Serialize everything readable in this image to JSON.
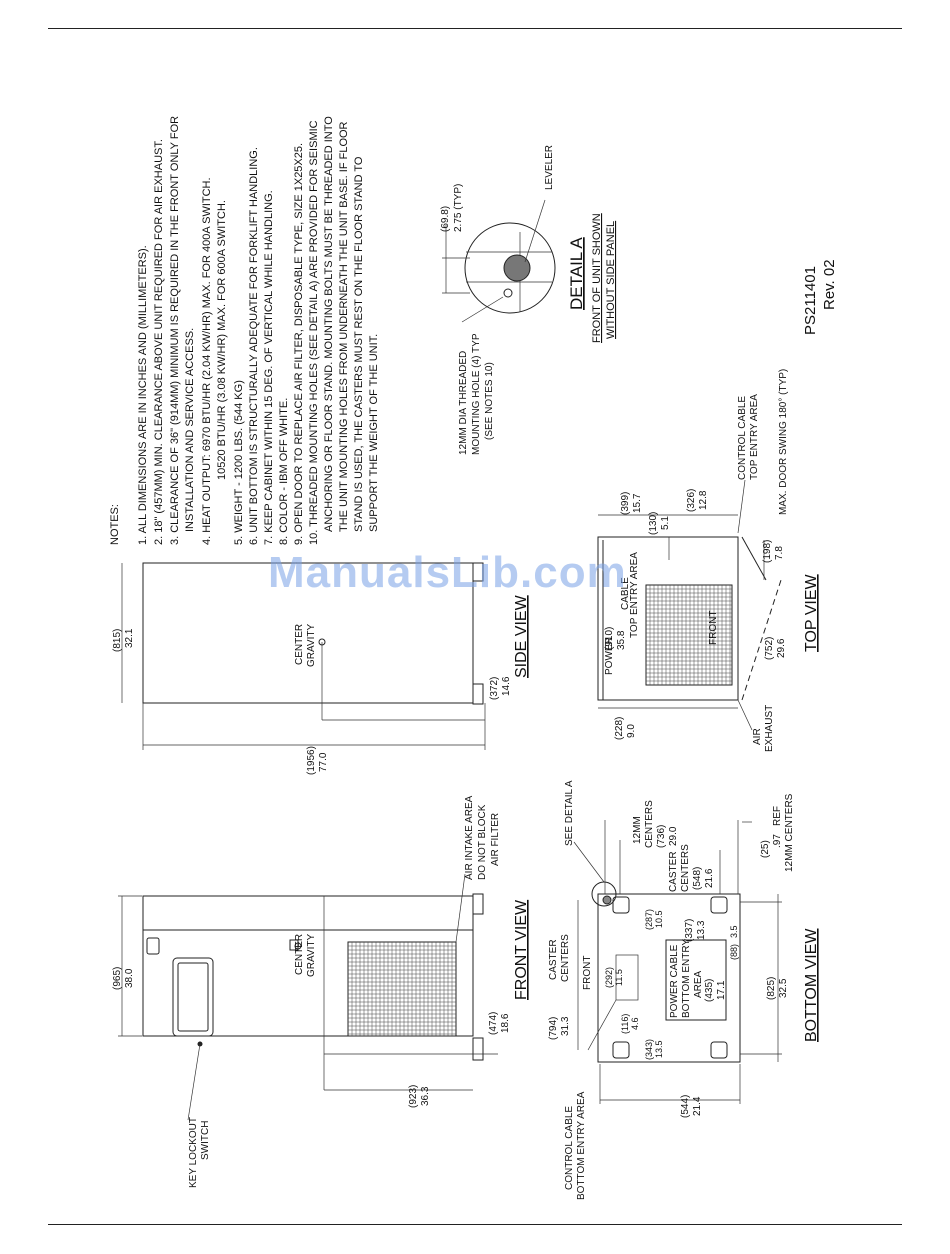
{
  "notes": {
    "heading": "NOTES:",
    "lines": [
      "1. ALL DIMENSIONS ARE IN INCHES AND (MILLIMETERS).",
      "2. 18\" (457MM) MIN. CLEARANCE ABOVE UNIT REQUIRED FOR AIR EXHAUST.",
      "3. CLEARANCE OF 36\" (914MM) MINIMUM IS REQUIRED IN THE FRONT ONLY FOR",
      "INSTALLATION AND SERVICE ACCESS.",
      "4. HEAT OUTPUT: 6970 BTU/HR (2.04 KW/HR) MAX. FOR 400A SWITCH.",
      "10520 BTU/HR (3.08 KW/HR) MAX. FOR 600A SWITCH.",
      "5. WEIGHT - 1200 LBS. (544 KG)",
      "6. UNIT BOTTOM IS STRUCTURALLY ADEQUATE FOR FORKLIFT HANDLING.",
      "7. KEEP CABINET WITHIN 15 DEG. OF VERTICAL WHILE HANDLING.",
      "8. COLOR - IBM OFF WHITE.",
      "9. OPEN DOOR TO REPLACE AIR FILTER, DISPOSABLE TYPE, SIZE 1X25X25.",
      "10. THREADED MOUNTING HOLES (SEE DETAIL A) ARE PROVIDED FOR SEISMIC",
      "ANCHORING OR FLOOR STAND. MOUNTING BOLTS MUST BE THREADED INTO",
      "THE UNIT MOUNTING HOLES FROM UNDERNEATH THE UNIT BASE. IF FLOOR",
      "STAND IS USED, THE CASTERS MUST REST ON THE FLOOR STAND TO",
      "SUPPORT THE WEIGHT OF THE UNIT."
    ]
  },
  "detail_a": {
    "title": "DETAIL A",
    "subtitle1": "FRONT OF UNIT SHOWN",
    "subtitle2": "WITHOUT SIDE PANEL",
    "dim_mm": "(69.8)",
    "dim_in": "2.75  (TYP)",
    "leveler": "LEVELER",
    "hole1": "12MM DIA THREADED",
    "hole2": "MOUNTING HOLE (4) TYP",
    "hole3": "(SEE NOTES 10)"
  },
  "drawing_id": {
    "number": "PS211401",
    "rev": "Rev. 02"
  },
  "front_view": {
    "title": "FRONT VIEW",
    "width_mm": "(965)",
    "width_in": "38.0",
    "height_mm": "(923)",
    "height_in": "36.3",
    "cg_mm": "(474)",
    "cg_in": "18.6",
    "cg1": "CENTER",
    "cg2": "GRAVITY",
    "intake1": "AIR INTAKE AREA",
    "intake2": "DO NOT BLOCK",
    "intake3": "AIR FILTER",
    "key1": "KEY LOCKOUT",
    "key2": "SWITCH"
  },
  "side_view": {
    "title": "SIDE VIEW",
    "depth_mm": "(815)",
    "depth_in": "32.1",
    "height_mm": "(1956)",
    "height_in": "77.0",
    "cg_mm": "(372)",
    "cg_in": "14.6",
    "cg1": "CENTER",
    "cg2": "GRAVITY"
  },
  "top_view": {
    "title": "TOP VIEW",
    "power1": "POWER",
    "power2": "CABLE",
    "power3": "TOP ENTRY AREA",
    "d910_mm": "(910)",
    "d910_in": "35.8",
    "d399_mm": "(399)",
    "d399_in": "15.7",
    "d130_mm": "(130)",
    "d130_in": "5.1",
    "d326_mm": "(326)",
    "d326_in": "12.8",
    "d228_mm": "(228)",
    "d228_in": "9.0",
    "d198_mm": "(198)",
    "d198_in": "7.8",
    "d752_mm": "(752)",
    "d752_in": "29.6",
    "front": "FRONT",
    "control1": "CONTROL CABLE",
    "control2": "TOP ENTRY AREA",
    "swing": "MAX. DOOR SWING 180° (TYP)",
    "exhaust1": "AIR",
    "exhaust2": "EXHAUST"
  },
  "bottom_view": {
    "title": "BOTTOM VIEW",
    "see_detail": "SEE DETAIL A",
    "centers1": "12MM",
    "centers2": "CENTERS",
    "d736_mm": "(736)",
    "d736_in": "29.0",
    "caster1": "CASTER",
    "caster2": "CENTERS",
    "d548_mm": "(548)",
    "d548_in": "21.6",
    "d25_mm": "(25)",
    "d25_in": ".97",
    "ref": "REF",
    "centers_12mm": "12MM CENTERS",
    "d287_mm": "(287)",
    "d287_in": "10.5",
    "d337_mm": "(337)",
    "d337_in": "13.3",
    "d88_mm": "(88)",
    "d88_in": "3.5",
    "power1": "POWER CABLE",
    "power2": "BOTTOM ENTRY",
    "power3": "AREA",
    "d435_mm": "(435)",
    "d435_in": "17.1",
    "d825_mm": "(825)",
    "d825_in": "32.5",
    "d794_mm": "(794)",
    "d794_in": "31.3",
    "caster_b1": "CASTER",
    "caster_b2": "CENTERS",
    "front": "FRONT",
    "d292_mm": "(292)",
    "d292_in": "11.5",
    "d116_mm": "(116)",
    "d116_in": "4.6",
    "d343_mm": "(343)",
    "d343_in": "13.5",
    "d544_mm": "(544)",
    "d544_in": "21.4",
    "control1": "CONTROL CABLE",
    "control2": "BOTTOM ENTRY AREA"
  },
  "watermark": "ManualsLib.com"
}
